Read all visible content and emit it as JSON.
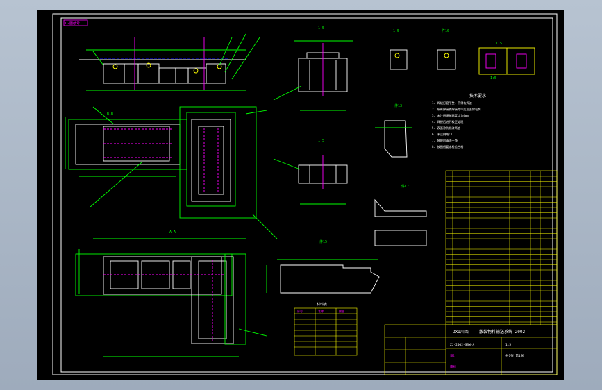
{
  "drawing": {
    "stamp_top_left": "C-图纸号",
    "section_labels": {
      "s1": "1:5",
      "s2": "1:5",
      "s3": "1:5",
      "s4": "1:5",
      "s5": "1:5",
      "aa": "A-A",
      "bb": "B-B",
      "n13": "件13",
      "n10": "件10",
      "n17": "件17",
      "n15": "件15"
    },
    "tech_title": "技术要求",
    "tech_lines": [
      "1. 焊缝打磨平整，不得有焊渣",
      "2. 所有焊接件焊接完毕后应去除毛刺",
      "3. 未注明焊缝高度均为4mm",
      "4. 焊接后进行校正处理",
      "5. 表面涂防锈漆两遍",
      "6. 未注倒角C1",
      "7. 装配前清洗干净",
      "8. 按图纸要求检验合格"
    ],
    "small_table_title": "材料表",
    "small_table_header": [
      "序号",
      "名称",
      "数量"
    ],
    "title_block": {
      "company": "DXI川西",
      "drawing_title": "散装物料输送系统-2002",
      "drawing_no": "ZJ-2002-SSW-A",
      "sheet": "共1张 第1张",
      "scale": "1:5",
      "sign_label": "设计",
      "check_label": "审核"
    }
  }
}
